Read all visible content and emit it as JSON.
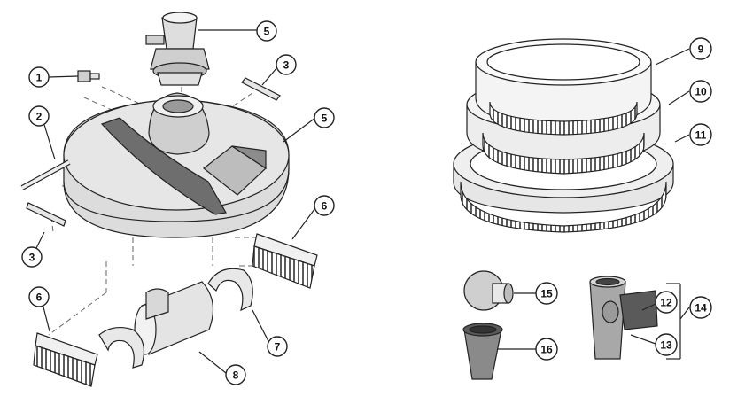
{
  "callouts": [
    {
      "id": "c1",
      "label": "1"
    },
    {
      "id": "c2",
      "label": "2"
    },
    {
      "id": "c3a",
      "label": "3"
    },
    {
      "id": "c3b",
      "label": "3"
    },
    {
      "id": "c5a",
      "label": "5"
    },
    {
      "id": "c5b",
      "label": "5"
    },
    {
      "id": "c6a",
      "label": "6"
    },
    {
      "id": "c6b",
      "label": "6"
    },
    {
      "id": "c7",
      "label": "7"
    },
    {
      "id": "c8",
      "label": "8"
    },
    {
      "id": "c9",
      "label": "9"
    },
    {
      "id": "c10",
      "label": "10"
    },
    {
      "id": "c11",
      "label": "11"
    },
    {
      "id": "c12",
      "label": "12"
    },
    {
      "id": "c13",
      "label": "13"
    },
    {
      "id": "c14",
      "label": "14"
    },
    {
      "id": "c15",
      "label": "15"
    },
    {
      "id": "c16",
      "label": "16"
    }
  ],
  "colors": {
    "line": "#222222",
    "fill_light": "#e2e2e2",
    "fill_mid": "#bdbdbd",
    "fill_dark": "#7a7a7a",
    "fill_darker": "#555555"
  }
}
